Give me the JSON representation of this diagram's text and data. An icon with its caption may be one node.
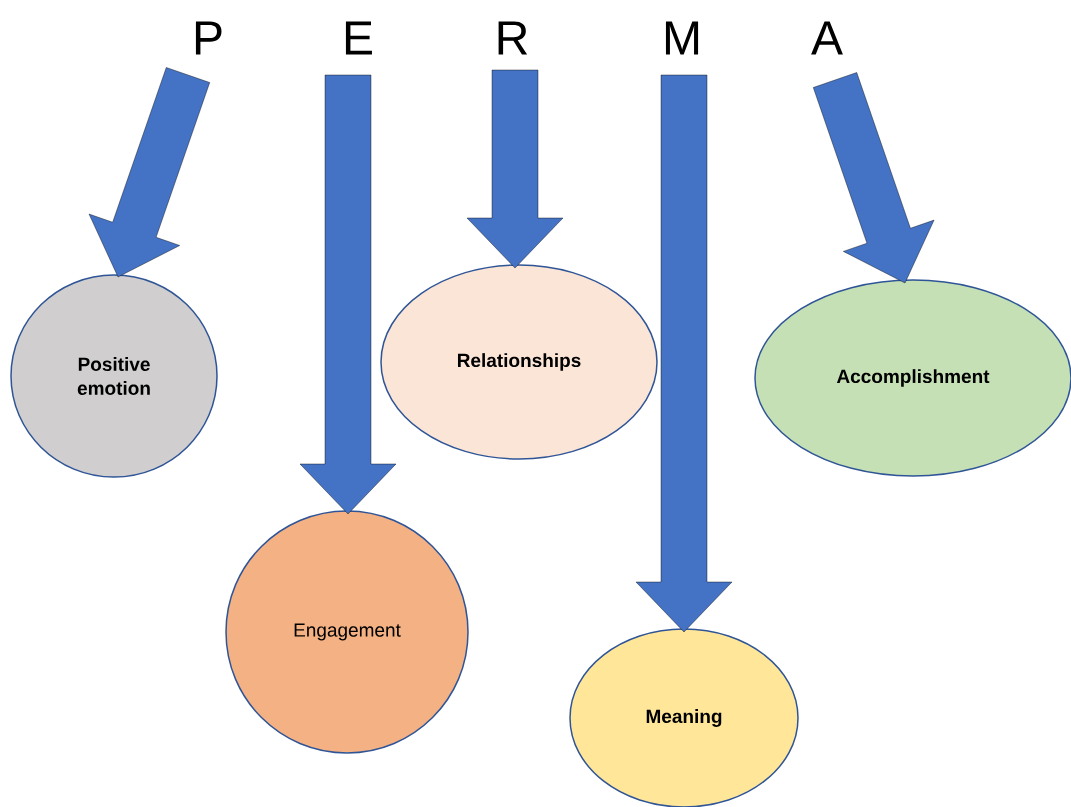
{
  "diagram": {
    "nodes": [
      {
        "text": [
          "P"
        ]
      },
      {
        "text": [
          "E"
        ]
      },
      {
        "text": [
          "R"
        ]
      },
      {
        "text": [
          "M"
        ]
      },
      {
        "text": [
          "A"
        ]
      },
      {
        "text": [
          "Positive emotion"
        ]
      },
      {
        "text": [
          "Relationships"
        ]
      },
      {
        "text": [
          "Accomplishment"
        ]
      },
      {
        "text": [
          "Engagement"
        ]
      },
      {
        "text": [
          "Meaning"
        ]
      }
    ],
    "edges": [
      {
        "from": 0,
        "to": 5,
        "arrow": "to"
      },
      {
        "from": 1,
        "to": 8,
        "arrow": "to"
      },
      {
        "from": 2,
        "to": 6,
        "arrow": "to"
      },
      {
        "from": 3,
        "to": 9,
        "arrow": "to"
      },
      {
        "from": 4,
        "to": 7,
        "arrow": "to"
      }
    ]
  }
}
